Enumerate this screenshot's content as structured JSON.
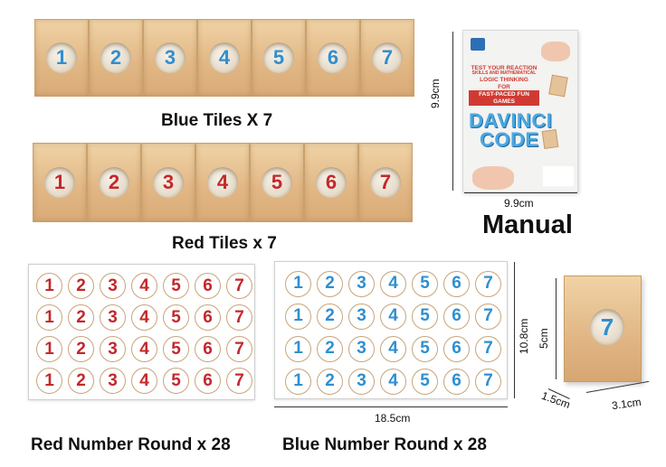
{
  "blue_tiles": {
    "digits": [
      "1",
      "2",
      "3",
      "4",
      "5",
      "6",
      "7"
    ],
    "caption": "Blue Tiles X 7"
  },
  "red_tiles": {
    "digits": [
      "1",
      "2",
      "3",
      "4",
      "5",
      "6",
      "7"
    ],
    "caption": "Red Tiles x 7"
  },
  "manual": {
    "cover_headline_1": "TEST YOUR REACTION",
    "cover_headline_2": "SKILLS AND MATHEMATICAL",
    "cover_headline_3": "LOGIC THINKING",
    "cover_headline_4": "FOR",
    "cover_headline_5": "FAST-PACED FUN GAMES",
    "cover_title_1": "DAVINCI",
    "cover_title_2": "CODE",
    "height_label": "9.9cm",
    "width_label": "9.9cm",
    "caption": "Manual"
  },
  "red_rounds": {
    "rows": [
      [
        "1",
        "2",
        "3",
        "4",
        "5",
        "6",
        "7"
      ],
      [
        "1",
        "2",
        "3",
        "4",
        "5",
        "6",
        "7"
      ],
      [
        "1",
        "2",
        "3",
        "4",
        "5",
        "6",
        "7"
      ],
      [
        "1",
        "2",
        "3",
        "4",
        "5",
        "6",
        "7"
      ]
    ],
    "caption": "Red Number Round x 28"
  },
  "blue_rounds": {
    "rows": [
      [
        "1",
        "2",
        "3",
        "4",
        "5",
        "6",
        "7"
      ],
      [
        "1",
        "2",
        "3",
        "4",
        "5",
        "6",
        "7"
      ],
      [
        "1",
        "2",
        "3",
        "4",
        "5",
        "6",
        "7"
      ],
      [
        "1",
        "2",
        "3",
        "4",
        "5",
        "6",
        "7"
      ]
    ],
    "width_label": "18.5cm",
    "height_label": "10.8cm",
    "caption": "Blue Number Round x 28"
  },
  "single_tile": {
    "digit": "7",
    "height_label": "5cm",
    "depth_label": "1.5cm",
    "width_label": "3.1cm"
  },
  "colors": {
    "blue": "#2f8fd0",
    "red": "#c4282a",
    "wood": "#e2b886"
  }
}
